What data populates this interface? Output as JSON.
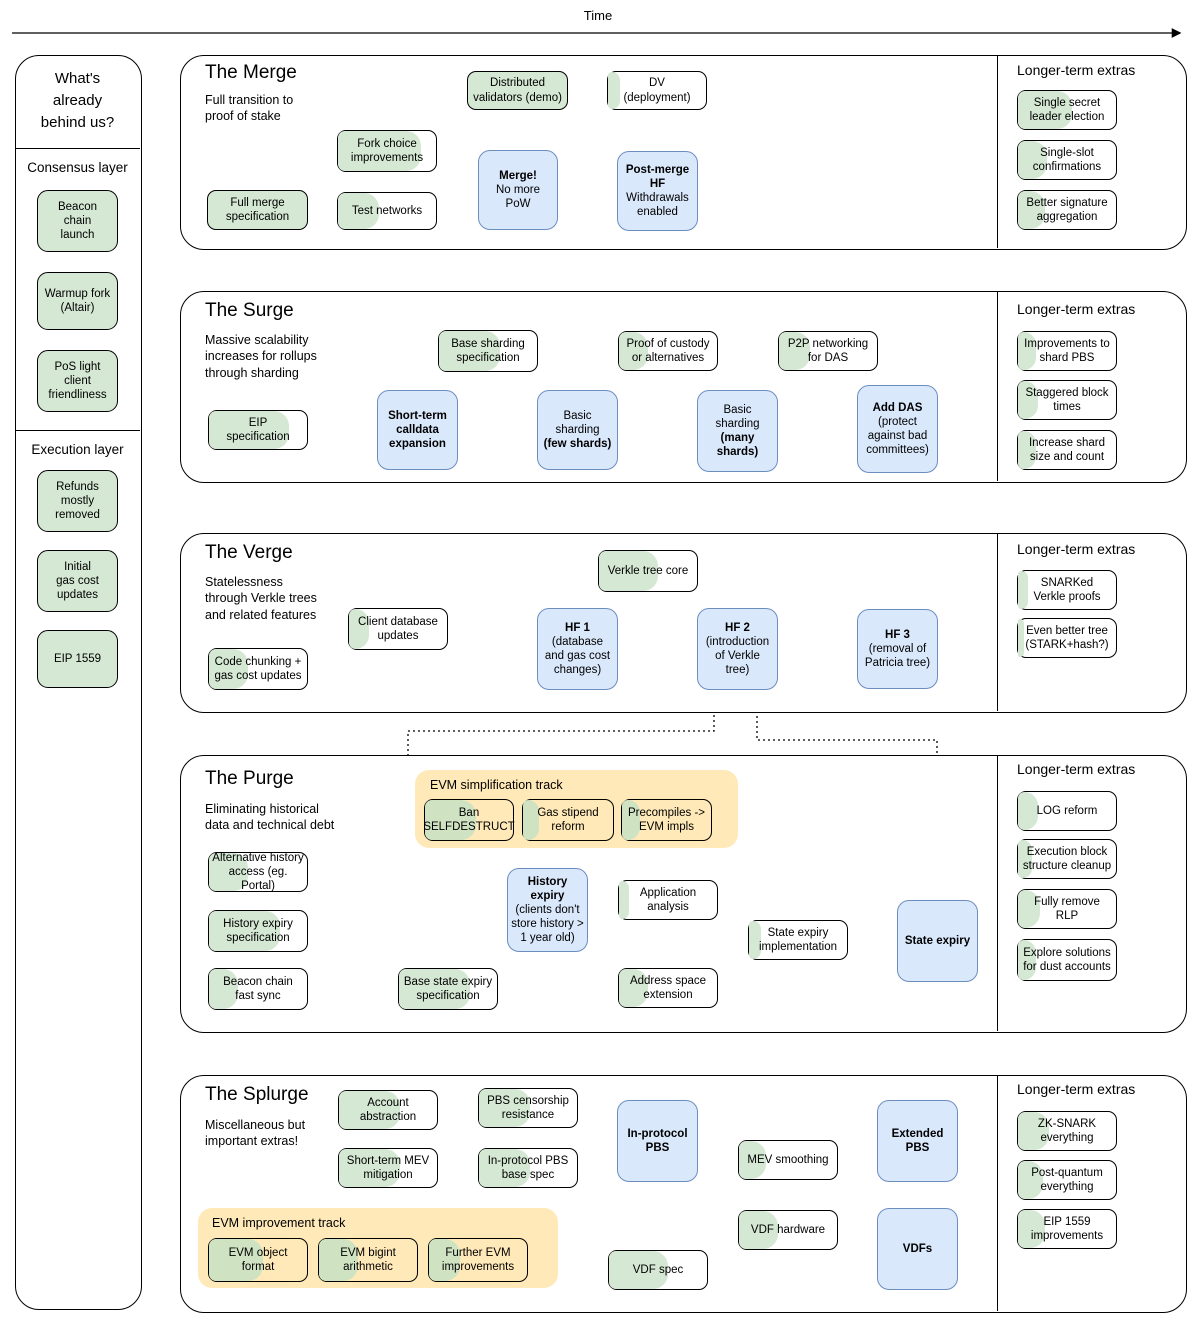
{
  "time_label": "Time",
  "extras_title": "Longer-term extras",
  "colors": {
    "done_green": "#d5e8d4",
    "milestone_blue_fill": "#dae8fc",
    "milestone_blue_border": "#6c8ebf",
    "track_yellow": "#ffe9b8",
    "line_black": "#000000"
  },
  "sidebar": {
    "header": "What's\nalready\nbehind us?",
    "consensus_label": "Consensus layer",
    "consensus_items": [
      "Beacon\nchain\nlaunch",
      "Warmup fork\n(Altair)",
      "PoS light\nclient\nfriendliness"
    ],
    "execution_label": "Execution layer",
    "execution_items": [
      "Refunds\nmostly\nremoved",
      "Initial\ngas cost\nupdates",
      "EIP 1559"
    ]
  },
  "sections": {
    "merge": {
      "title": "The Merge",
      "desc": "Full transition to\nproof of stake",
      "extras": [
        "Single secret\nleader election",
        "Single-slot\nconfirmations",
        "Better signature\naggregation"
      ],
      "nodes": {
        "distributed_validators": "Distributed\nvalidators (demo)",
        "dv_deployment": "DV\n(deployment)",
        "fork_choice": "Fork choice\nimprovements",
        "full_merge_spec": "Full merge\nspecification",
        "test_networks": "Test networks",
        "merge_hf": {
          "b": "Merge!",
          "s": "No more\nPoW"
        },
        "post_merge_hf": {
          "b": "Post-merge\nHF",
          "s": "Withdrawals\nenabled"
        }
      }
    },
    "surge": {
      "title": "The Surge",
      "desc": "Massive scalability\nincreases for rollups\nthrough sharding",
      "extras": [
        "Improvements to\nshard PBS",
        "Staggered block\ntimes",
        "Increase shard\nsize and count"
      ],
      "nodes": {
        "eip_specification": "EIP\nspecification",
        "base_sharding_spec": "Base sharding\nspecification",
        "proof_of_custody": "Proof of custody\nor alternatives",
        "p2p_networking": "P2P networking\nfor DAS",
        "short_term_calldata": {
          "b": "Short-term\ncalldata\nexpansion"
        },
        "basic_sharding_few": {
          "s": "Basic\nsharding",
          "b": "(few shards)"
        },
        "basic_sharding_many": {
          "s": "Basic\nsharding",
          "b": "(many\nshards)"
        },
        "add_das": {
          "b": "Add DAS",
          "s": "(protect\nagainst bad\ncommittees)"
        }
      }
    },
    "verge": {
      "title": "The Verge",
      "desc": "Statelessness\nthrough Verkle trees\nand related features",
      "extras": [
        "SNARKed\nVerkle proofs",
        "Even better tree\n(STARK+hash?)"
      ],
      "nodes": {
        "verkle_tree_core": "Verkle tree core",
        "client_database_updates": "Client database\nupdates",
        "code_chunking": "Code chunking +\ngas cost updates",
        "hf1": {
          "b": "HF 1",
          "s": "(database\nand gas cost\nchanges)"
        },
        "hf2": {
          "b": "HF 2",
          "s": "(introduction\nof Verkle\ntree)"
        },
        "hf3": {
          "b": "HF 3",
          "s": "(removal of\nPatricia tree)"
        }
      }
    },
    "purge": {
      "title": "The Purge",
      "desc": "Eliminating historical\ndata and technical debt",
      "track_label": "EVM simplification track",
      "extras": [
        "LOG reform",
        "Execution block\nstructure cleanup",
        "Fully remove\nRLP",
        "Explore solutions\nfor dust accounts"
      ],
      "nodes": {
        "ban_selfdestruct": "Ban\nSELFDESTRUCT",
        "gas_stipend_reform": "Gas stipend\nreform",
        "precompiles_evm": "Precompiles ->\nEVM impls",
        "alternative_history": "Alternative history\naccess (eg. Portal)",
        "history_expiry_spec": "History expiry\nspecification",
        "beacon_fast_sync": "Beacon chain\nfast sync",
        "application_analysis": "Application\nanalysis",
        "state_expiry_impl": "State expiry\nimplementation",
        "base_state_expiry_spec": "Base state expiry\nspecification",
        "address_space_extension": "Address space\nextension",
        "history_expiry": {
          "b": "History\nexpiry",
          "s": "(clients don't\nstore history >\n1 year old)"
        },
        "state_expiry": {
          "b": "State expiry"
        }
      }
    },
    "splurge": {
      "title": "The Splurge",
      "desc": "Miscellaneous but\nimportant extras!",
      "track_label": "EVM improvement track",
      "extras": [
        "ZK-SNARK\neverything",
        "Post-quantum\neverything",
        "EIP 1559\nimprovements"
      ],
      "nodes": {
        "account_abstraction": "Account\nabstraction",
        "pbs_censorship_resistance": "PBS censorship\nresistance",
        "short_term_mev": "Short-term MEV\nmitigation",
        "in_protocol_pbs_base": "In-protocol PBS\nbase spec",
        "mev_smoothing": "MEV smoothing",
        "vdf_hardware": "VDF hardware",
        "vdf_spec": "VDF spec",
        "evm_object_format": "EVM object\nformat",
        "evm_bigint": "EVM bigint\narithmetic",
        "further_evm": "Further EVM\nimprovements",
        "in_protocol_pbs": {
          "b": "In-protocol\nPBS"
        },
        "extended_pbs": {
          "b": "Extended\nPBS"
        },
        "vdfs": {
          "b": "VDFs"
        }
      }
    }
  }
}
